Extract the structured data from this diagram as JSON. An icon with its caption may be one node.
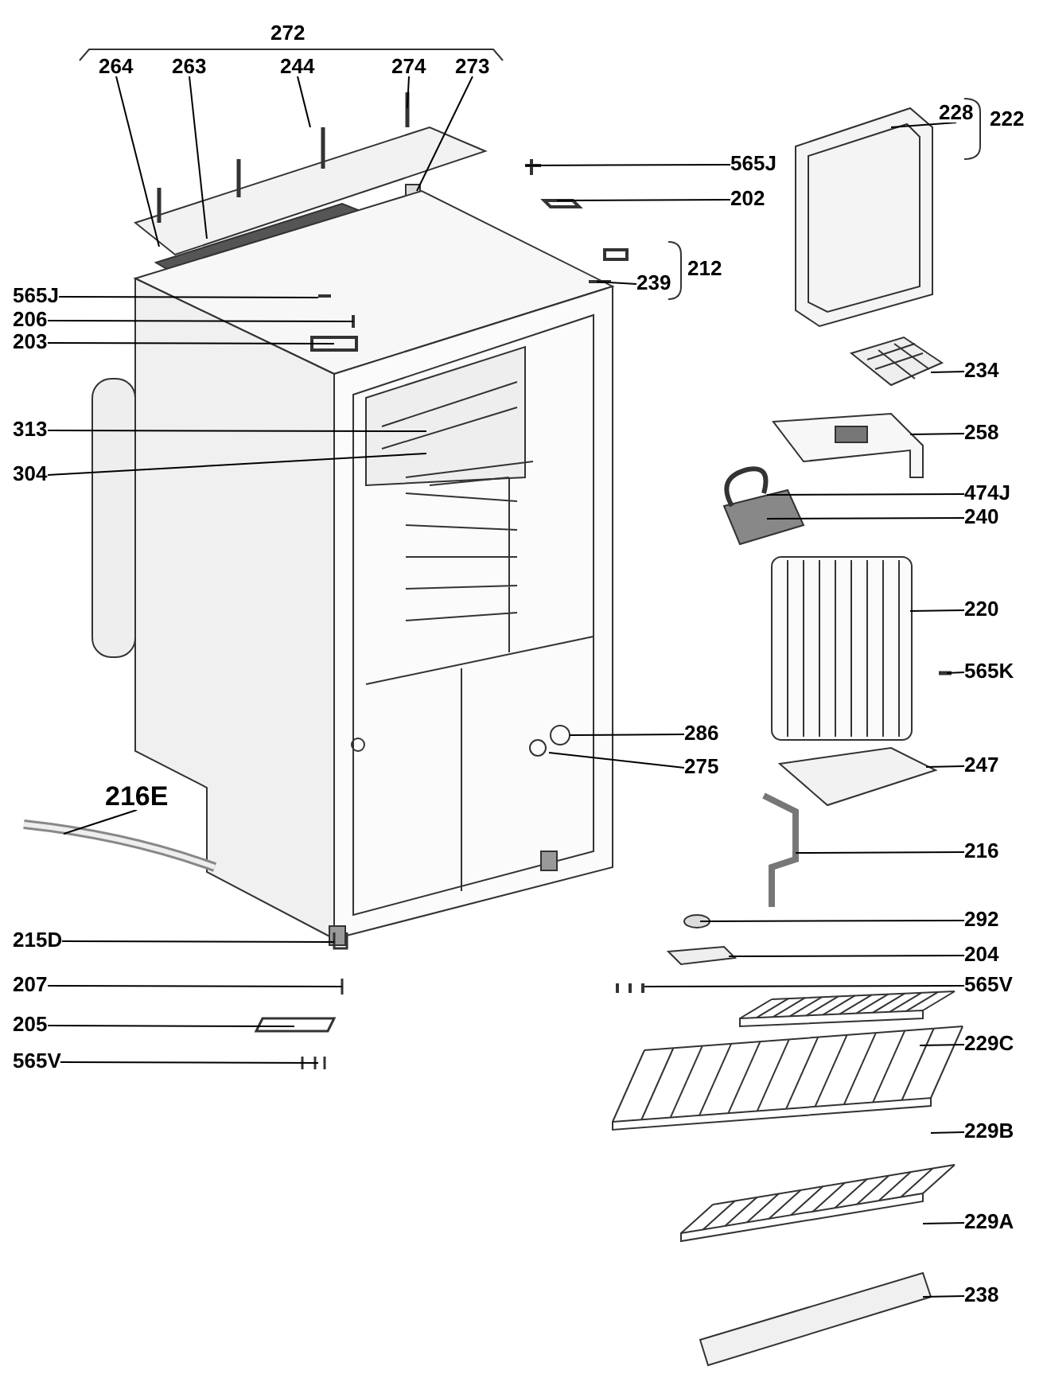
{
  "diagram": {
    "nodes": [
      {
        "text": [
          "264"
        ]
      },
      {
        "text": [
          "263"
        ]
      },
      {
        "text": [
          "244"
        ]
      },
      {
        "text": [
          "274"
        ]
      },
      {
        "text": [
          "273"
        ]
      },
      {
        "text": [
          "565J"
        ]
      },
      {
        "text": [
          "202"
        ]
      },
      {
        "text": [
          "239"
        ]
      },
      {
        "text": [
          "228"
        ]
      },
      {
        "text": [
          "565J"
        ]
      },
      {
        "text": [
          "206"
        ]
      },
      {
        "text": [
          "203"
        ]
      },
      {
        "text": [
          "313"
        ]
      },
      {
        "text": [
          "304"
        ]
      },
      {
        "text": [
          "234"
        ]
      },
      {
        "text": [
          "258"
        ]
      },
      {
        "text": [
          "474J"
        ]
      },
      {
        "text": [
          "240"
        ]
      },
      {
        "text": [
          "220"
        ]
      },
      {
        "text": [
          "565K"
        ]
      },
      {
        "text": [
          "286"
        ]
      },
      {
        "text": [
          "275"
        ]
      },
      {
        "text": [
          "247"
        ]
      },
      {
        "text": [
          "216E"
        ]
      },
      {
        "text": [
          "216"
        ]
      },
      {
        "text": [
          "215D"
        ]
      },
      {
        "text": [
          "292"
        ]
      },
      {
        "text": [
          "204"
        ]
      },
      {
        "text": [
          "207"
        ]
      },
      {
        "text": [
          "565V"
        ]
      },
      {
        "text": [
          "205"
        ]
      },
      {
        "text": [
          "565V"
        ]
      },
      {
        "text": [
          "229C"
        ]
      },
      {
        "text": [
          "229B"
        ]
      },
      {
        "text": [
          "229A"
        ]
      },
      {
        "text": [
          "238"
        ]
      }
    ],
    "edges": [
      {
        "from": 0,
        "to": null,
        "arrow": "none"
      },
      {
        "from": 1,
        "to": null,
        "arrow": "none"
      },
      {
        "from": 2,
        "to": null,
        "arrow": "none"
      },
      {
        "from": 3,
        "to": null,
        "arrow": "none"
      },
      {
        "from": 4,
        "to": null,
        "arrow": "none"
      },
      {
        "from": 5,
        "to": null,
        "arrow": "none"
      },
      {
        "from": 6,
        "to": null,
        "arrow": "none"
      },
      {
        "from": 7,
        "to": null,
        "arrow": "none"
      },
      {
        "from": 8,
        "to": null,
        "arrow": "none"
      },
      {
        "from": 9,
        "to": null,
        "arrow": "none"
      },
      {
        "from": 10,
        "to": null,
        "arrow": "none"
      },
      {
        "from": 11,
        "to": null,
        "arrow": "none"
      },
      {
        "from": 12,
        "to": null,
        "arrow": "none"
      },
      {
        "from": 13,
        "to": null,
        "arrow": "none"
      },
      {
        "from": 14,
        "to": null,
        "arrow": "none"
      },
      {
        "from": 15,
        "to": null,
        "arrow": "none"
      },
      {
        "from": 16,
        "to": null,
        "arrow": "none"
      },
      {
        "from": 17,
        "to": null,
        "arrow": "none"
      },
      {
        "from": 18,
        "to": null,
        "arrow": "none"
      },
      {
        "from": 19,
        "to": null,
        "arrow": "none"
      },
      {
        "from": 20,
        "to": null,
        "arrow": "none"
      },
      {
        "from": 21,
        "to": null,
        "arrow": "none"
      },
      {
        "from": 22,
        "to": null,
        "arrow": "none"
      },
      {
        "from": 23,
        "to": null,
        "arrow": "none"
      },
      {
        "from": 24,
        "to": null,
        "arrow": "none"
      },
      {
        "from": 25,
        "to": null,
        "arrow": "none"
      },
      {
        "from": 26,
        "to": null,
        "arrow": "none"
      },
      {
        "from": 27,
        "to": null,
        "arrow": "none"
      },
      {
        "from": 28,
        "to": null,
        "arrow": "none"
      },
      {
        "from": 29,
        "to": null,
        "arrow": "none"
      },
      {
        "from": 30,
        "to": null,
        "arrow": "none"
      },
      {
        "from": 31,
        "to": null,
        "arrow": "none"
      },
      {
        "from": 32,
        "to": null,
        "arrow": "none"
      },
      {
        "from": 33,
        "to": null,
        "arrow": "none"
      },
      {
        "from": 34,
        "to": null,
        "arrow": "none"
      },
      {
        "from": 35,
        "to": null,
        "arrow": "none"
      }
    ],
    "labels": [
      "272",
      "222",
      "212"
    ]
  }
}
